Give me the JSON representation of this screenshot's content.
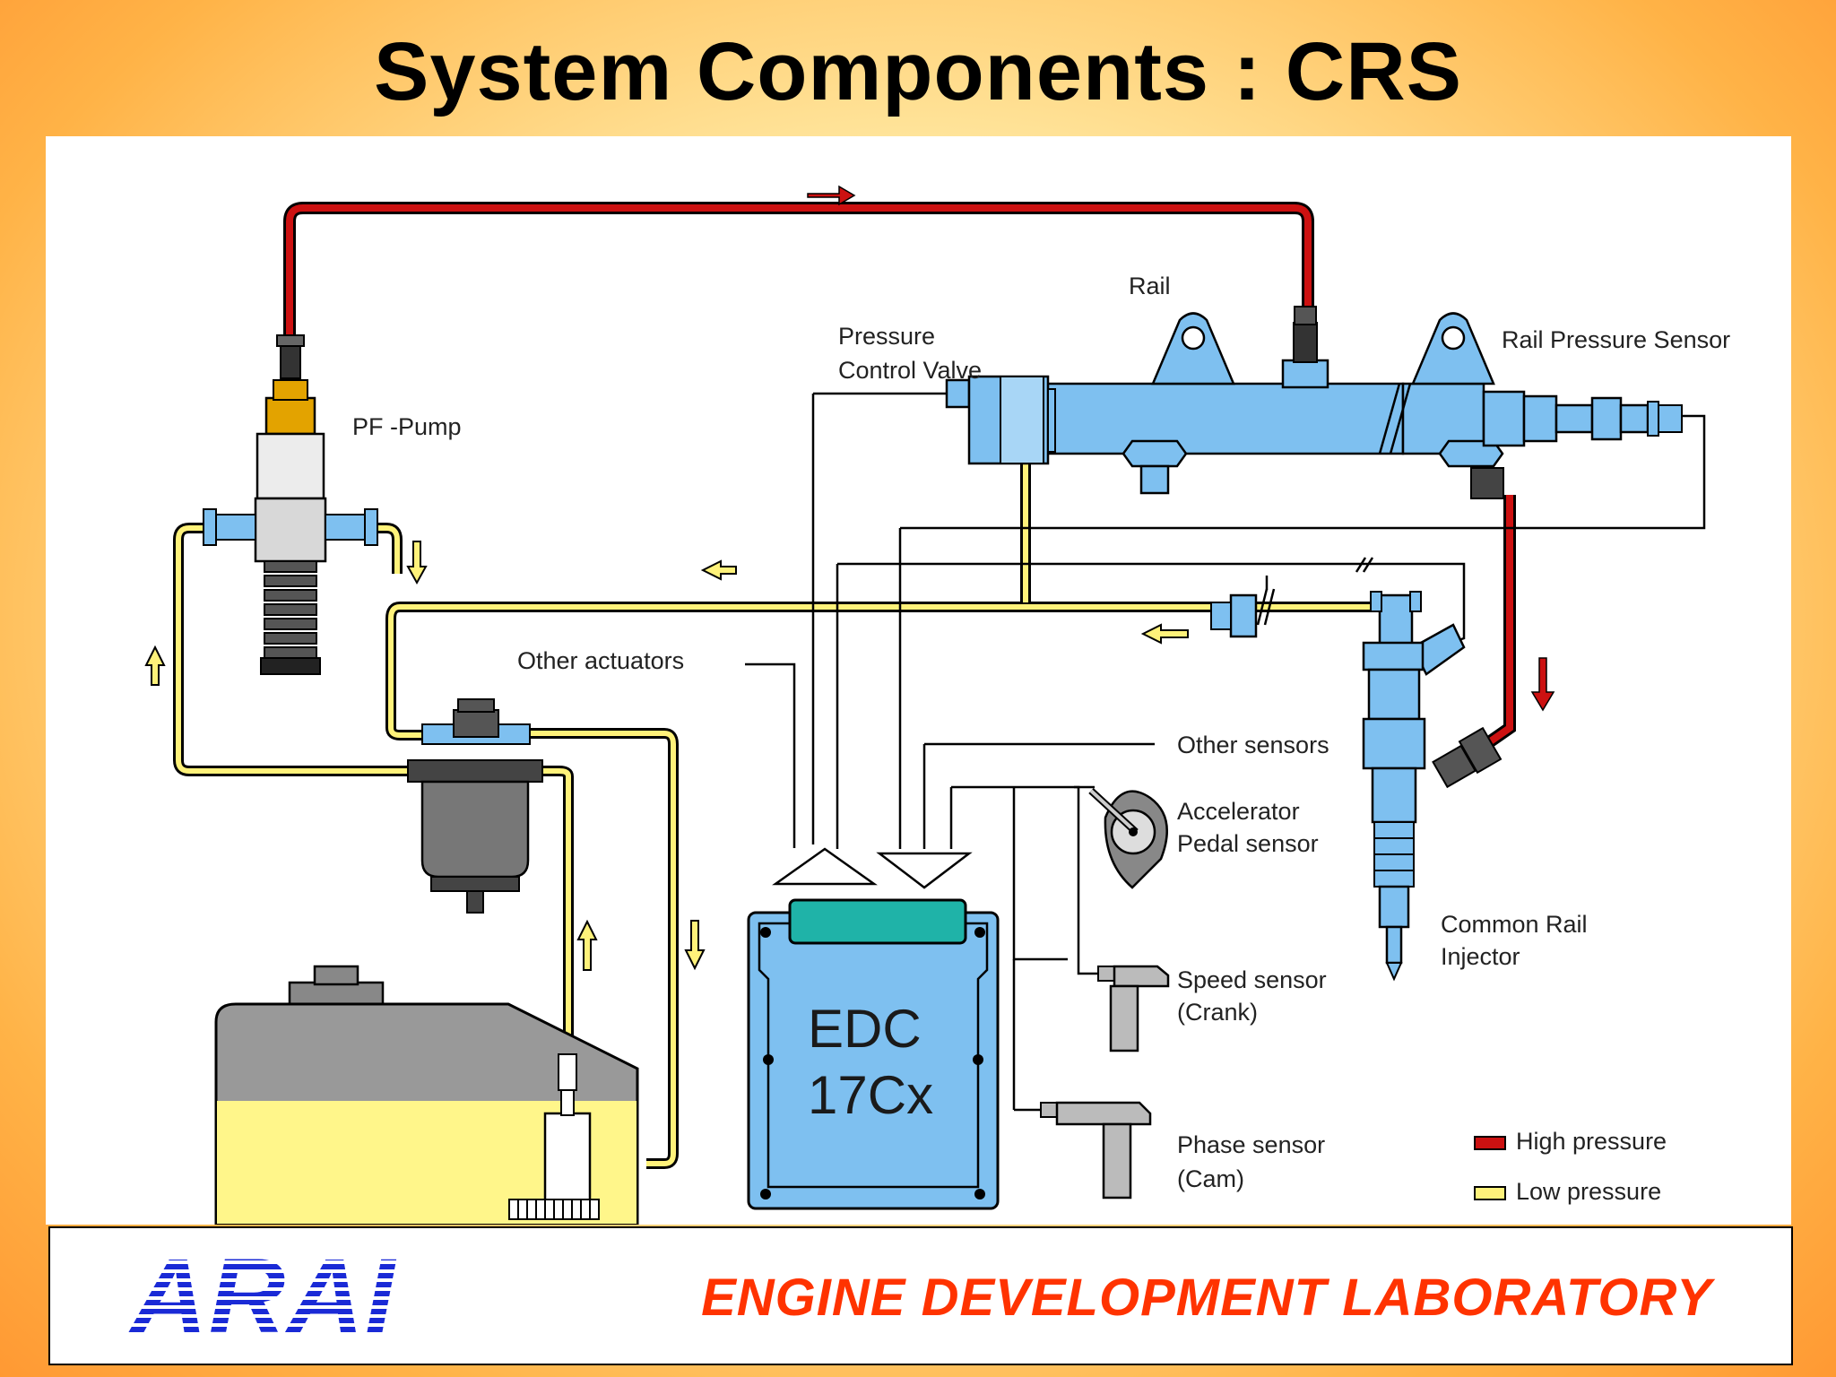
{
  "title": "System Components : CRS",
  "labels": {
    "rail": "Rail",
    "pressure_control_valve_line1": "Pressure",
    "pressure_control_valve_line2": "Control Valve",
    "rail_pressure_sensor": "Rail Pressure Sensor",
    "pf_pump": "PF -Pump",
    "other_actuators": "Other actuators",
    "other_sensors": "Other sensors",
    "accelerator_line1": "Accelerator",
    "accelerator_line2": "Pedal sensor",
    "injector_line1": "Common Rail",
    "injector_line2": "Injector",
    "speed_line1": "Speed sensor",
    "speed_line2": "(Crank)",
    "phase_line1": "Phase sensor",
    "phase_line2": "(Cam)",
    "ecu_line1": "EDC",
    "ecu_line2": "17Cx"
  },
  "legend": {
    "high": "High pressure",
    "low": "Low pressure"
  },
  "colors": {
    "high_pressure": "#cc1111",
    "low_pressure": "#fff27a",
    "component_blue": "#7ec0f0",
    "ecu_top": "#1fb3a8",
    "footer_brand": "#1a2ad6",
    "footer_lab": "#ff3300"
  },
  "footer": {
    "brand": "ARAI",
    "lab": "ENGINE DEVELOPMENT LABORATORY"
  }
}
